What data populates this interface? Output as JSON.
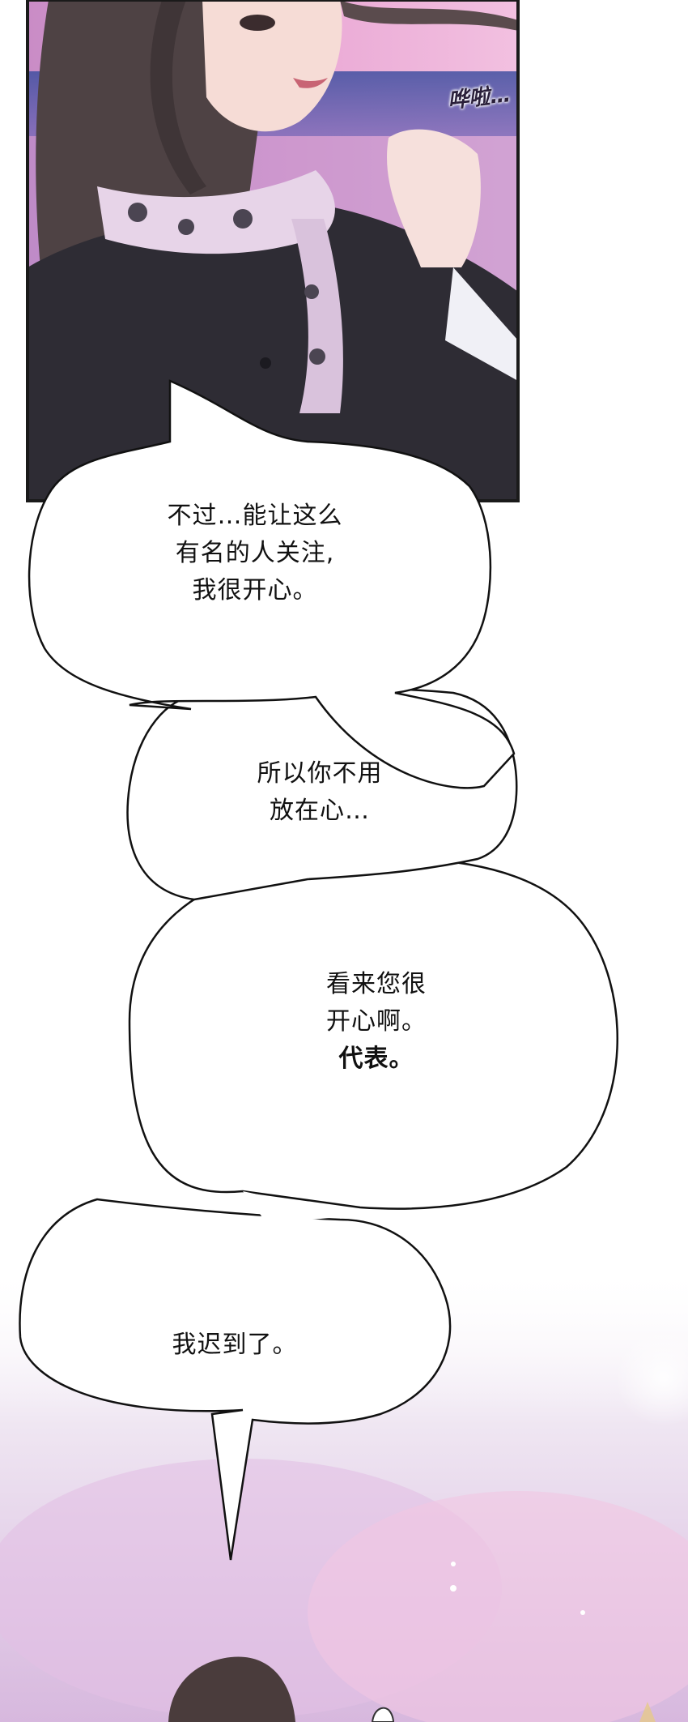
{
  "panel_top": {
    "sfx": "哗啦…"
  },
  "bubbles": [
    {
      "lines": [
        "不过…能让这么",
        "有名的人关注,",
        "我很开心。"
      ]
    },
    {
      "lines": [
        "所以你不用",
        "放在心…"
      ]
    },
    {
      "lines": [
        "看来您很",
        "开心啊。"
      ],
      "bold_line": "代表。"
    },
    {
      "lines": [
        "我迟到了。"
      ]
    }
  ],
  "colors": {
    "sky_pink": "#e6a7d6",
    "sky_purple": "#7b5aa8",
    "hair": "#4a3e40",
    "jacket": "#2d2b33",
    "panel_border": "#1a1a1a",
    "bottom_haze": "#d9c4e2"
  }
}
